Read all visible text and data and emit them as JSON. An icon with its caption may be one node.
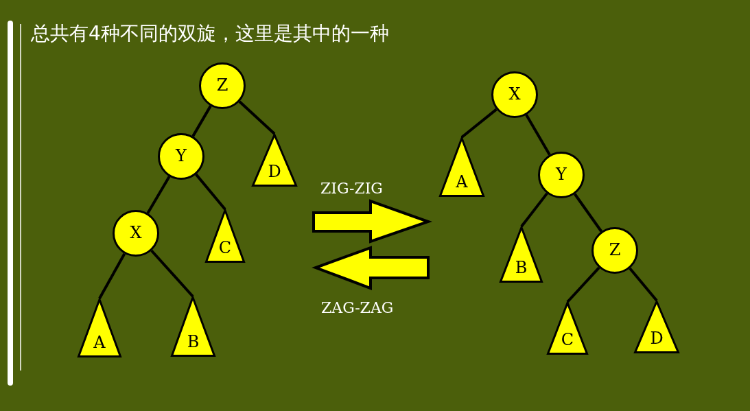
{
  "diagram": {
    "title": "总共有4种不同的双旋，这里是其中的一种",
    "nodes": [
      {
        "text": [
          "Z"
        ]
      },
      {
        "text": [
          "Y"
        ]
      },
      {
        "text": [
          "D"
        ]
      },
      {
        "text": [
          "X"
        ]
      },
      {
        "text": [
          "C"
        ]
      },
      {
        "text": [
          "A"
        ]
      },
      {
        "text": [
          "B"
        ]
      },
      {
        "text": [
          "X"
        ]
      },
      {
        "text": [
          "A"
        ]
      },
      {
        "text": [
          "Y"
        ]
      },
      {
        "text": [
          "B"
        ]
      },
      {
        "text": [
          "Z"
        ]
      },
      {
        "text": [
          "C"
        ]
      },
      {
        "text": [
          "D"
        ]
      }
    ],
    "edges": [
      {
        "from": 0,
        "to": 1,
        "arrow": "none"
      },
      {
        "from": 0,
        "to": 2,
        "arrow": "none"
      },
      {
        "from": 1,
        "to": 3,
        "arrow": "none"
      },
      {
        "from": 1,
        "to": 4,
        "arrow": "none"
      },
      {
        "from": 3,
        "to": 5,
        "arrow": "none"
      },
      {
        "from": 3,
        "to": 6,
        "arrow": "none"
      },
      {
        "from": 7,
        "to": 8,
        "arrow": "none"
      },
      {
        "from": 7,
        "to": 9,
        "arrow": "none"
      },
      {
        "from": 9,
        "to": 10,
        "arrow": "none"
      },
      {
        "from": 9,
        "to": 11,
        "arrow": "none"
      },
      {
        "from": 11,
        "to": 12,
        "arrow": "none"
      },
      {
        "from": 11,
        "to": 13,
        "arrow": "none"
      }
    ],
    "labels": [
      "ZIG-ZIG",
      "ZAG-ZAG"
    ]
  }
}
